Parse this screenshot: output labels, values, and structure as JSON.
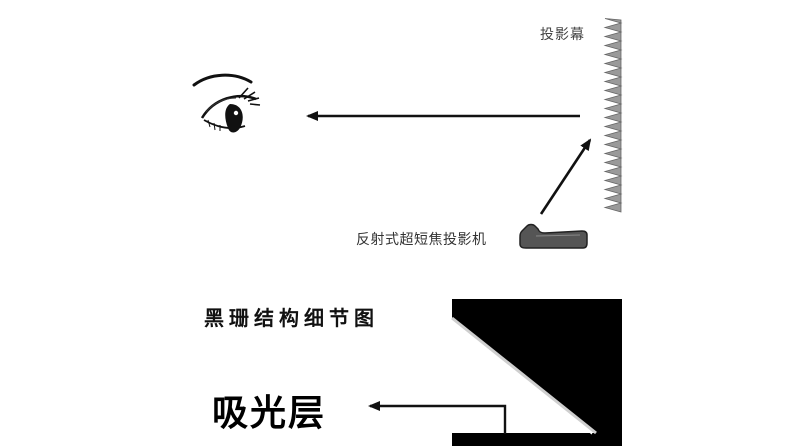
{
  "upper_diagram": {
    "screen_label": "投影幕",
    "projector_label": "反射式超短焦投影机"
  },
  "lower_diagram": {
    "title": "黑珊结构细节图",
    "absorb_label": "吸光层"
  },
  "colors": {
    "ink": "#111111",
    "screen_gray": "#9a9a9a",
    "projector_gray": "#555555",
    "black_layer": "#000000"
  },
  "icons": [
    "eye-icon",
    "projector-icon",
    "sawtooth-screen-icon"
  ]
}
